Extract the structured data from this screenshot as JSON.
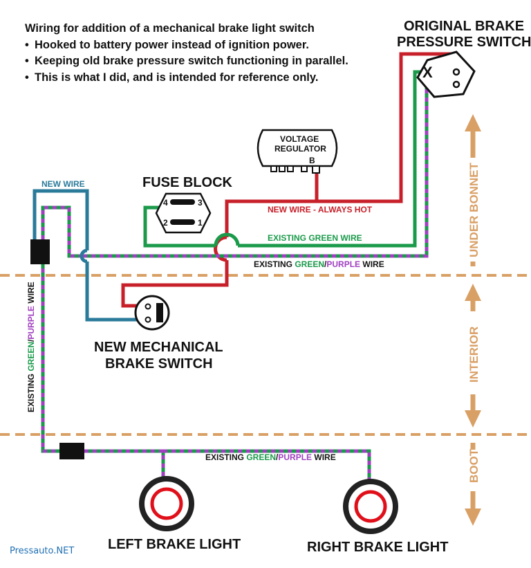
{
  "notes": {
    "heading": "Wiring for addition of a mechanical brake light switch",
    "bullets": [
      "Hooked to battery power instead of ignition power.",
      "Keeping old brake pressure switch functioning in parallel.",
      "This is what I did, and is intended for reference only."
    ],
    "bullet_char": "•"
  },
  "components": {
    "original_switch_line1": "ORIGINAL BRAKE",
    "original_switch_line2": "PRESSURE SWITCH",
    "voltage_regulator_line1": "VOLTAGE",
    "voltage_regulator_line2": "REGULATOR",
    "voltage_regulator_terminal": "B",
    "fuse_block": "FUSE BLOCK",
    "fuse_pins": [
      "4",
      "3",
      "2",
      "1"
    ],
    "new_switch_line1": "NEW MECHANICAL",
    "new_switch_line2": "BRAKE SWITCH",
    "left_light": "LEFT BRAKE LIGHT",
    "right_light": "RIGHT BRAKE LIGHT",
    "switch_x_mark": "X"
  },
  "wire_labels": {
    "new_wire": "NEW WIRE",
    "new_wire_always_hot": "NEW WIRE - ALWAYS HOT",
    "existing_green": "EXISTING GREEN WIRE",
    "existing_prefix": "EXISTING ",
    "green_word": "GREEN",
    "slash": "/",
    "purple_word": "PURPLE",
    "wire_word": " WIRE"
  },
  "zones": {
    "under_bonnet": "UNDER BONNET",
    "interior": "INTERIOR",
    "boot": "BOOT"
  },
  "footer": "Pressauto.NET",
  "colors": {
    "red_wire": "#c8202a",
    "blue_wire": "#2a7a9a",
    "green_wire": "#1a9a4a",
    "purple_stripe": "#a040c0",
    "zone_line": "#d9a066",
    "zone_arrow": "#d9a066",
    "text": "#111111"
  }
}
